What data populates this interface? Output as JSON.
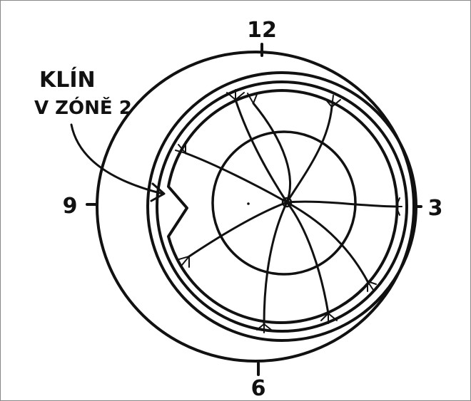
{
  "labels": {
    "twelve": "12",
    "three": "3",
    "six": "6",
    "nine": "9"
  },
  "annotation": {
    "line1": "KLÍN",
    "line2": "V ZÓNĚ 2"
  },
  "colors": {
    "ink": "#111111",
    "background": "#ffffff",
    "frame": "#888888"
  }
}
